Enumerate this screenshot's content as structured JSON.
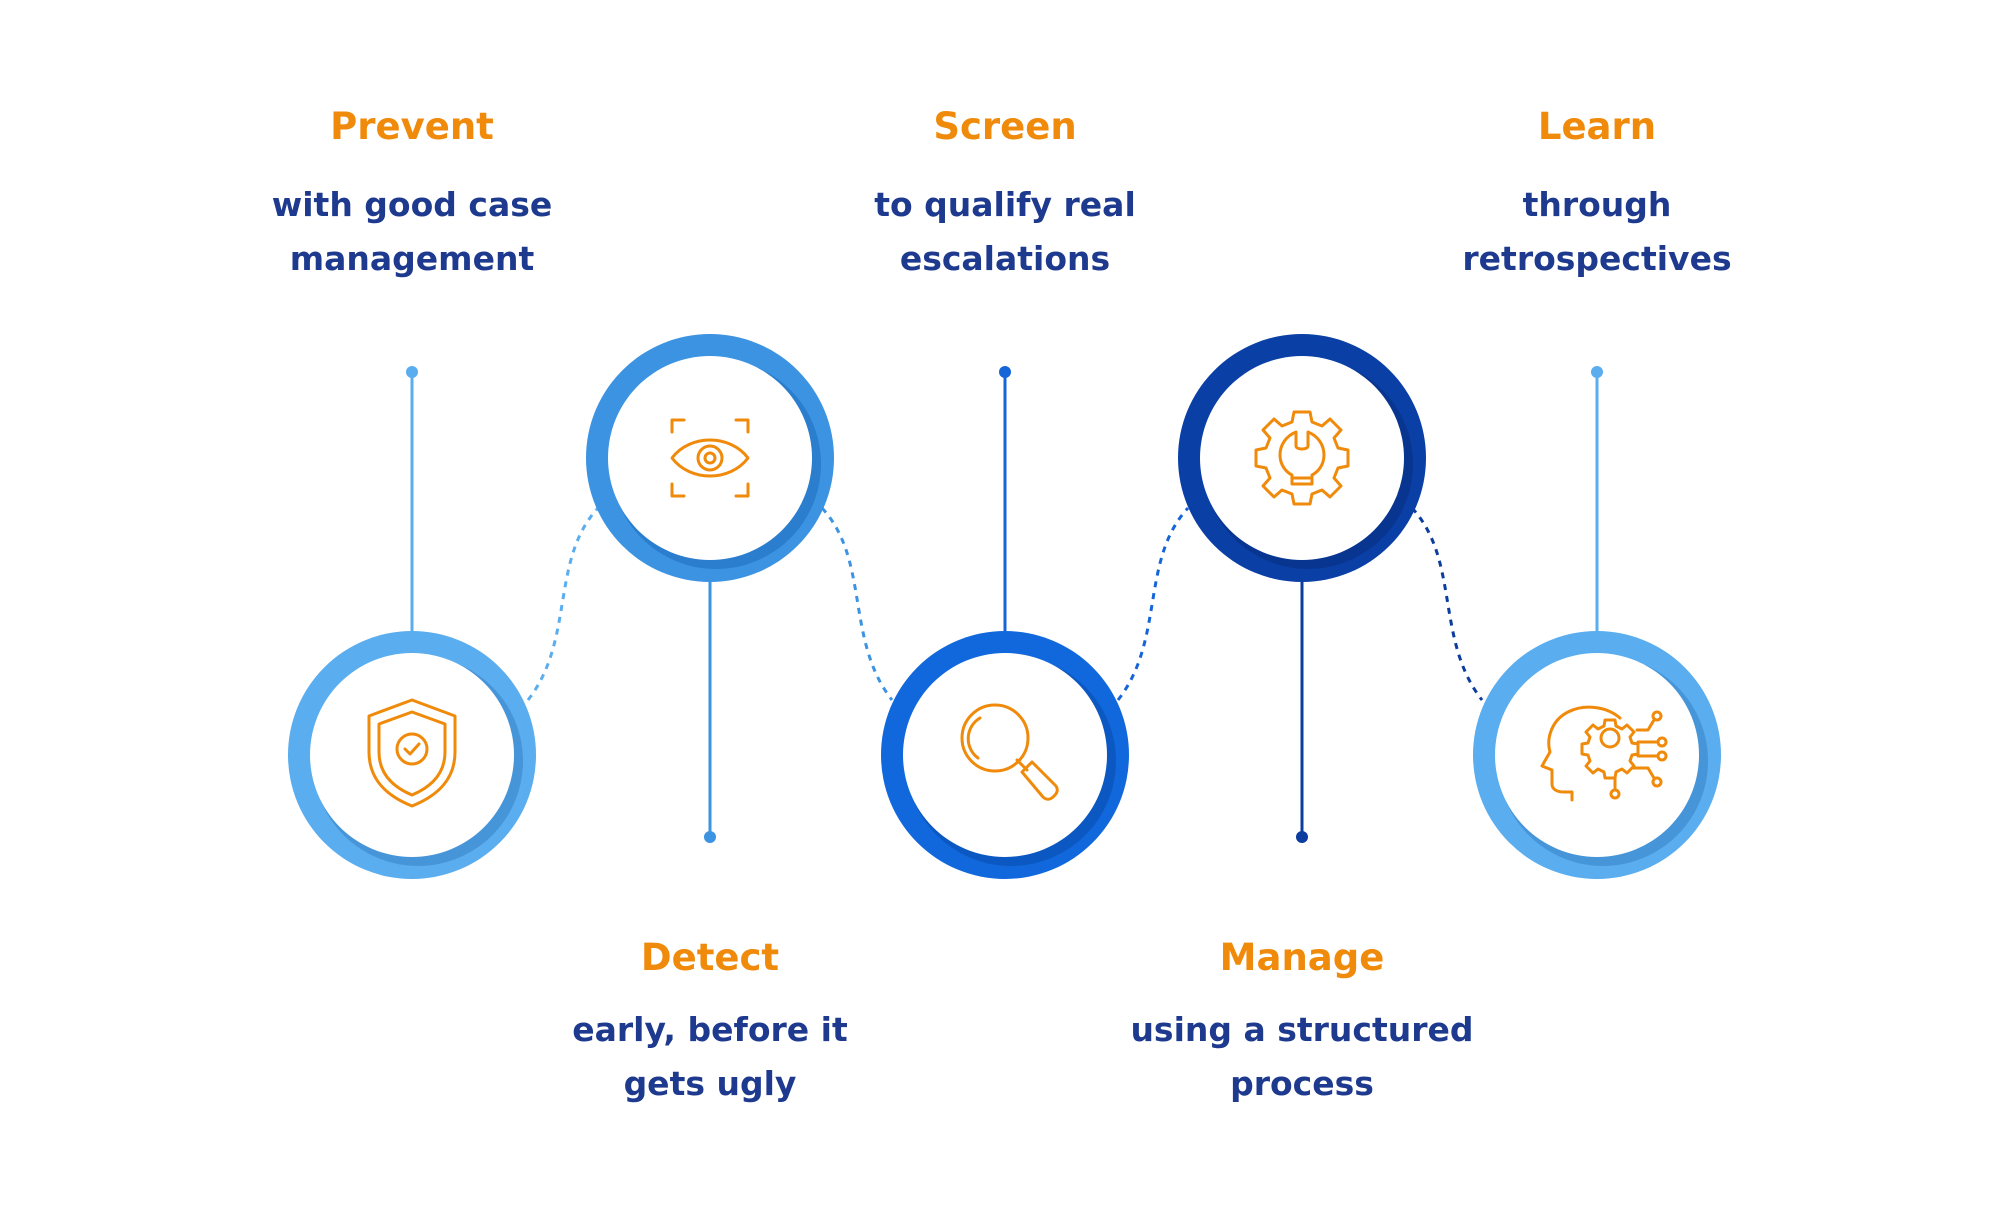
{
  "colors": {
    "accent_orange": "#F08A0B",
    "text_navy": "#1E3A8F",
    "step_blue_light": "#5AADEE",
    "step_blue_mid": "#3B93E2",
    "step_blue_bright": "#1168DC",
    "step_blue_dark": "#0A3FA6"
  },
  "steps": [
    {
      "title": "Prevent",
      "desc_line1": "with good case",
      "desc_line2": "management",
      "icon": "shield-check-icon",
      "color": "#5AADEE",
      "dot_color": "#5AADEE"
    },
    {
      "title": "Detect",
      "desc_line1": "early, before it",
      "desc_line2": "gets ugly",
      "icon": "eye-scan-icon",
      "color": "#3B93E2",
      "dot_color": "#3B93E2"
    },
    {
      "title": "Screen",
      "desc_line1": "to qualify real",
      "desc_line2": "escalations",
      "icon": "magnifier-icon",
      "color": "#1168DC",
      "dot_color": "#1565D8"
    },
    {
      "title": "Manage",
      "desc_line1": "using a structured",
      "desc_line2": "process",
      "icon": "gear-wrench-icon",
      "color": "#0A3FA6",
      "dot_color": "#0B3C9E"
    },
    {
      "title": "Learn",
      "desc_line1": "through",
      "desc_line2": "retrospectives",
      "icon": "ai-head-gear-icon",
      "color": "#5AADEE",
      "dot_color": "#5AADEE"
    }
  ]
}
